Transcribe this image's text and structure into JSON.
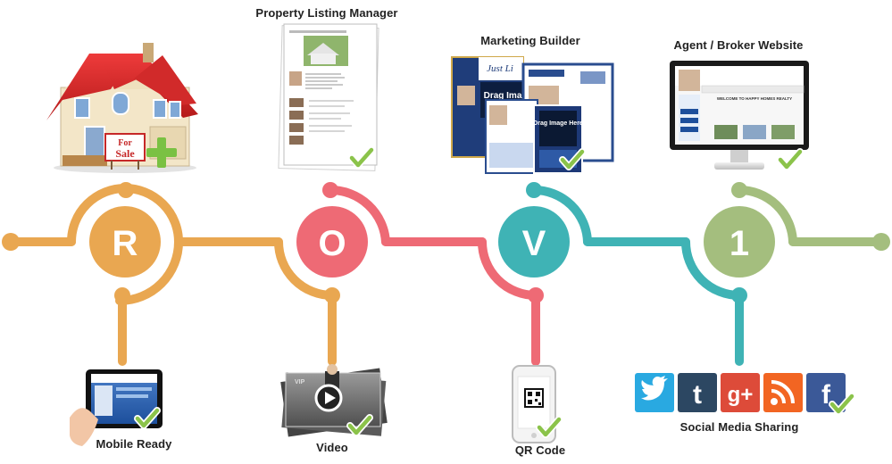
{
  "timeline": {
    "nodes": [
      {
        "letter": "R",
        "color": "#E9A751"
      },
      {
        "letter": "O",
        "color": "#EE6A75"
      },
      {
        "letter": "V",
        "color": "#3FB3B5"
      },
      {
        "letter": "1",
        "color": "#A4BE7E"
      }
    ]
  },
  "features": {
    "top": [
      {
        "label": "Property Listing Manager"
      },
      {
        "label": "Marketing Builder"
      },
      {
        "label": "Agent / Broker Website"
      }
    ],
    "bottom": [
      {
        "label": "Mobile Ready"
      },
      {
        "label": "Video"
      },
      {
        "label": "QR Code"
      },
      {
        "label": "Social Media Sharing"
      }
    ]
  },
  "house": {
    "sign_text_1": "For",
    "sign_text_2": "Sale"
  },
  "website": {
    "banner": "WELCOME TO HAPPY HOMES REALTY"
  },
  "marketing": {
    "script_title": "Just Li",
    "drag_text_1": "Drag Ima",
    "drag_text_2": "Drag Image Here"
  },
  "video": {
    "tag": "VIP"
  },
  "social": {
    "icons": [
      {
        "glyph": "t",
        "color": "#29A9E1"
      },
      {
        "glyph": "t",
        "color": "#2C4762"
      },
      {
        "glyph": "g+",
        "color": "#DD4B39"
      },
      {
        "glyph": "rss",
        "color": "#F26522"
      },
      {
        "glyph": "f",
        "color": "#3B5998"
      }
    ]
  },
  "colors": {
    "check": "#8BC34A"
  }
}
